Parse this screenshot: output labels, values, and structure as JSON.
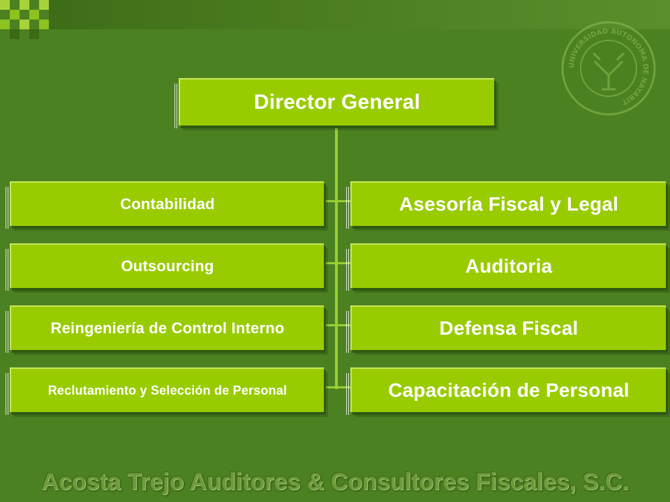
{
  "org_chart": {
    "director": "Director General",
    "left_units": [
      "Contabilidad",
      "Outsourcing",
      "Reingeniería de Control Interno",
      "Reclutamiento y Selección de Personal"
    ],
    "right_units": [
      "Asesoría Fiscal y Legal",
      "Auditoria",
      "Defensa Fiscal",
      "Capacitación de Personal"
    ]
  },
  "footer": {
    "company": "Acosta Trejo Auditores & Consultores Fiscales, S.C."
  },
  "seal": {
    "text": "UNIVERSIDAD AUTONOMA DE NAYARIT"
  },
  "colors": {
    "background": "#4c8121",
    "box": "#99cc00",
    "box_text": "#ffffff",
    "connector": "#9acd32"
  }
}
